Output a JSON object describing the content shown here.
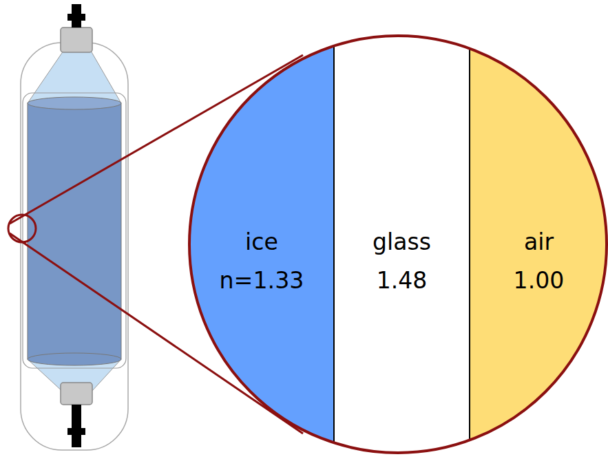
{
  "diagram": {
    "nodes": [
      {
        "text": [
          "ice",
          "n=1.33"
        ]
      },
      {
        "text": [
          "glass",
          "1.48"
        ]
      },
      {
        "text": [
          "air",
          "1.00"
        ]
      }
    ]
  }
}
